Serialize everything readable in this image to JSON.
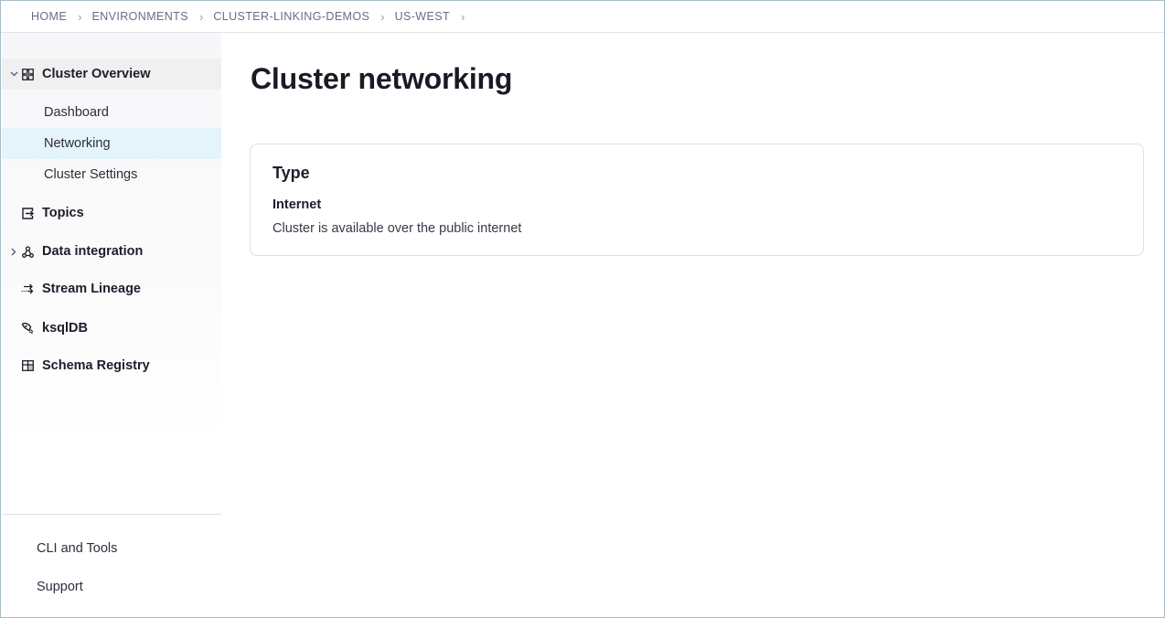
{
  "breadcrumb": {
    "items": [
      {
        "label": "HOME"
      },
      {
        "label": "ENVIRONMENTS"
      },
      {
        "label": "CLUSTER-LINKING-DEMOS"
      },
      {
        "label": "US-WEST"
      }
    ],
    "separator": "›"
  },
  "sidebar": {
    "items": [
      {
        "label": "Cluster Overview",
        "icon": "grid-icon",
        "expandable": true,
        "expanded": true
      },
      {
        "label": "Topics",
        "icon": "topics-icon"
      },
      {
        "label": "Data integration",
        "icon": "connectors-icon",
        "expandable": true,
        "expanded": false
      },
      {
        "label": "Stream Lineage",
        "icon": "stream-lineage-icon"
      },
      {
        "label": "ksqlDB",
        "icon": "rocket-icon"
      },
      {
        "label": "Schema Registry",
        "icon": "schema-grid-icon"
      }
    ],
    "subitems": [
      {
        "label": "Dashboard"
      },
      {
        "label": "Networking",
        "active": true
      },
      {
        "label": "Cluster Settings"
      }
    ],
    "footer": [
      {
        "label": "CLI and Tools"
      },
      {
        "label": "Support"
      }
    ]
  },
  "main": {
    "title": "Cluster networking",
    "card": {
      "title": "Type",
      "subtitle": "Internet",
      "description": "Cluster is available over the public internet"
    }
  },
  "colors": {
    "active_bg": "#e5f3fb",
    "parent_active_bg": "#f0f0f1",
    "breadcrumb_text": "#6d6a85",
    "card_border": "#e0e0e5"
  }
}
